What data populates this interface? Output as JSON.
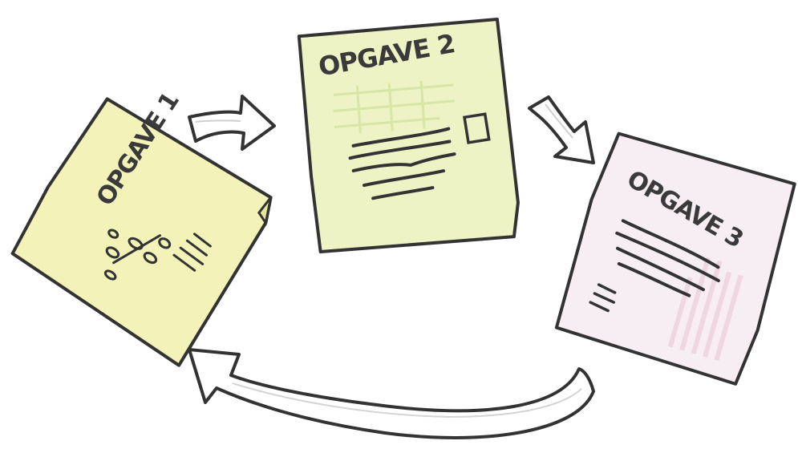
{
  "tasks": [
    {
      "label": "OPGAVE 1",
      "color": "#f3f2b8"
    },
    {
      "label": "OPGAVE 2",
      "color": "#eef3c6"
    },
    {
      "label": "OPGAVE 3",
      "color": "#f6eef2"
    }
  ],
  "colors": {
    "ink": "#333333",
    "paper_shade": "#e9ecaa",
    "pink_shade": "#efd7e2"
  }
}
